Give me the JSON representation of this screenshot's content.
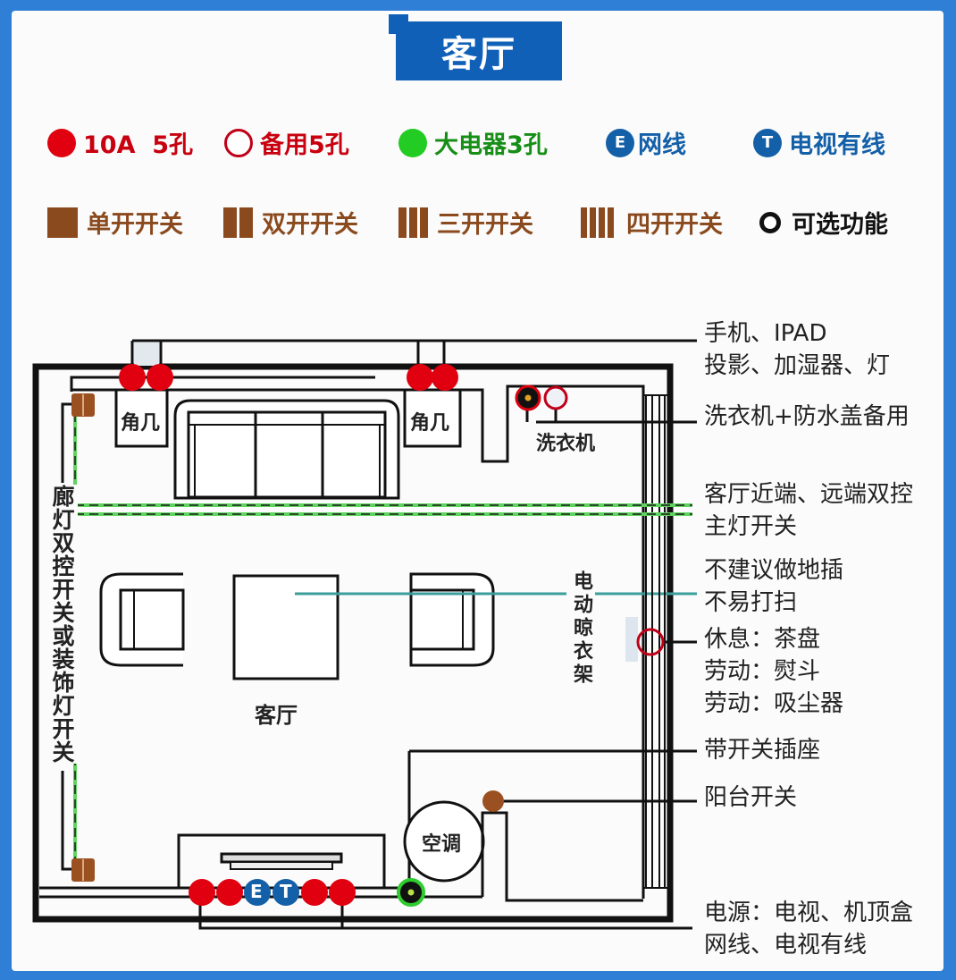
{
  "title": "客厅",
  "legend": {
    "row1": [
      {
        "id": "outlet-10a",
        "label": "10A  5孔",
        "symbol": "filled-red-circle",
        "color": "#d9000e"
      },
      {
        "id": "outlet-spare",
        "label": "备用5孔",
        "symbol": "hollow-red-circle",
        "color": "#c00018"
      },
      {
        "id": "outlet-appliance",
        "label": "大电器3孔",
        "symbol": "filled-green-circle",
        "color": "#1db51d"
      },
      {
        "id": "network",
        "label": "网线",
        "symbol": "E",
        "color": "#1460a8"
      },
      {
        "id": "tv-cable",
        "label": "电视有线",
        "symbol": "T",
        "color": "#1460a8"
      }
    ],
    "row2": [
      {
        "id": "switch-1",
        "label": "单开开关",
        "gangs": 1,
        "color": "#8a4a1e"
      },
      {
        "id": "switch-2",
        "label": "双开开关",
        "gangs": 2,
        "color": "#8a4a1e"
      },
      {
        "id": "switch-3",
        "label": "三开开关",
        "gangs": 3,
        "color": "#8a4a1e"
      },
      {
        "id": "switch-4",
        "label": "四开开关",
        "gangs": 4,
        "color": "#8a4a1e"
      },
      {
        "id": "optional",
        "label": "可选功能",
        "symbol": "black-ring",
        "color": "#111111"
      }
    ]
  },
  "plan": {
    "labels": {
      "side_table_left": "角几",
      "side_table_right": "角几",
      "washer": "洗衣机",
      "living_room": "客厅",
      "drying_rack": "电动晾衣架",
      "air_conditioner": "空调",
      "corridor_switch": "廊灯双控开关或装饰灯开关"
    },
    "tv_sockets": [
      "E",
      "T"
    ]
  },
  "notes": [
    {
      "id": "note-phone",
      "lines": [
        "手机、IPAD",
        "投影、加湿器、灯"
      ]
    },
    {
      "id": "note-washer",
      "lines": [
        "洗衣机+防水盖备用"
      ]
    },
    {
      "id": "note-dualctrl",
      "lines": [
        "客厅近端、远端双控",
        "主灯开关"
      ]
    },
    {
      "id": "note-floor",
      "lines": [
        "不建议做地插",
        "不易打扫"
      ]
    },
    {
      "id": "note-balcony-outlet",
      "lines": [
        "休息：茶盘",
        "劳动：熨斗",
        "劳动：吸尘器"
      ]
    },
    {
      "id": "note-switch-outlet",
      "lines": [
        "带开关插座"
      ]
    },
    {
      "id": "note-balcony-switch",
      "lines": [
        "阳台开关"
      ]
    },
    {
      "id": "note-tv",
      "lines": [
        "电源：电视、机顶盒",
        "网线、电视有线"
      ]
    }
  ],
  "colors": {
    "frame": "#2f7fd6",
    "title_bg": "#1060b8",
    "red": "#e0000f",
    "green": "#2ecc2e",
    "blue": "#1460a8",
    "brown": "#8a4a1e",
    "teal": "#3a9e9a"
  }
}
